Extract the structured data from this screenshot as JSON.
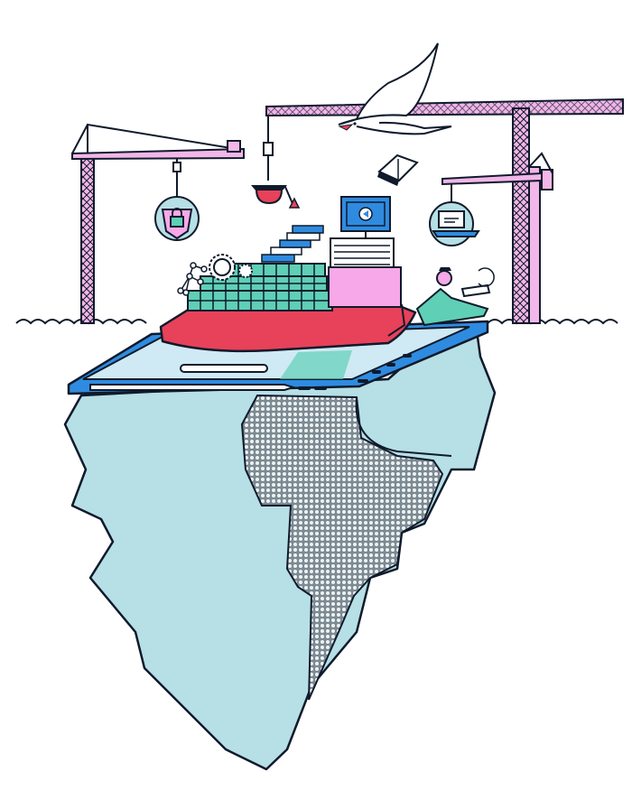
{
  "illustration": {
    "subjects": [
      "construction-crane",
      "container-ship",
      "tablet",
      "iceberg",
      "seagull",
      "graduation-cap",
      "padlock",
      "laptop",
      "monitor",
      "gears",
      "person-with-laptop",
      "book",
      "waves"
    ],
    "colors": {
      "outline": "#0f1a2b",
      "ice": "#b6dfe6",
      "crane": "#f2b6e8",
      "hull": "#e8415a",
      "containers": "#5fcfb6",
      "tablet_blue": "#2f8be0",
      "screen": "#cfeaf4",
      "cabin": "#f7a8e8",
      "dot_fill": "#7c8a93"
    }
  }
}
